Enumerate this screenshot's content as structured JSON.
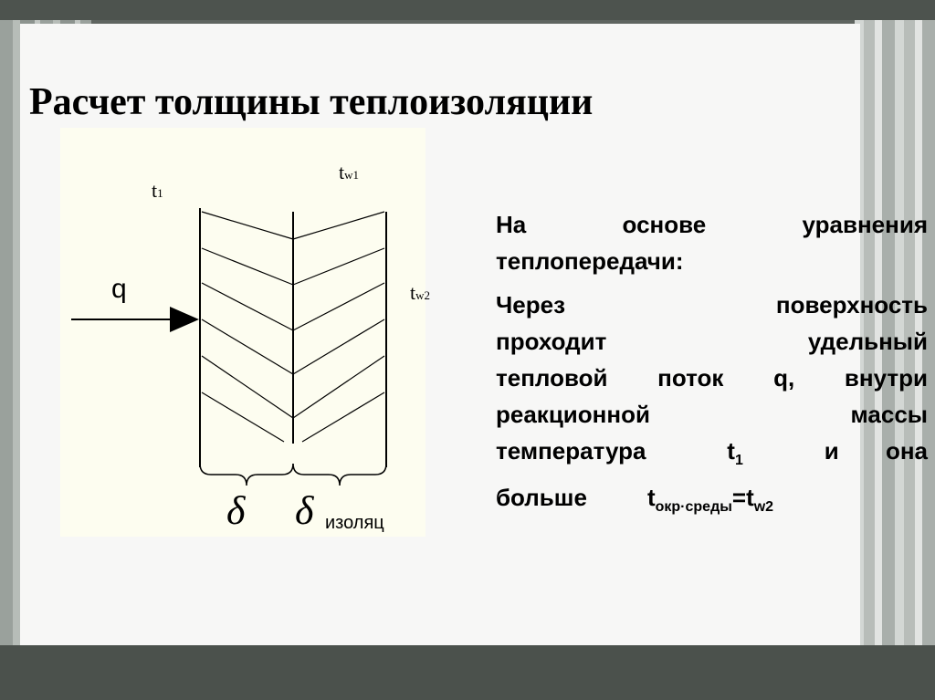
{
  "slide": {
    "title": "Расчет толщины теплоизоляции"
  },
  "figure": {
    "labels": {
      "t1_main": "t",
      "t1_sub": "1",
      "tw1_main": "t",
      "tw1_sub": "w1",
      "tw2_main": "t",
      "tw2_sub": "w2",
      "q": "q",
      "delta": "δ",
      "delta_izol": "δ",
      "izol": "изоляц"
    }
  },
  "text": {
    "para1": "На основе уравнения теплопередачи:",
    "para2_lines": [
      "Через поверхность",
      "проходит удельный",
      "тепловой поток q, внутри",
      "реакционной массы",
      "температура"
    ],
    "t1_main": "t",
    "t1_sub": "1",
    "and_she": "и она",
    "bigger": "больше",
    "tokr_main": "t",
    "tokr_sub": "окр·среды",
    "eq": "=t",
    "tw2_sub": "w2"
  }
}
